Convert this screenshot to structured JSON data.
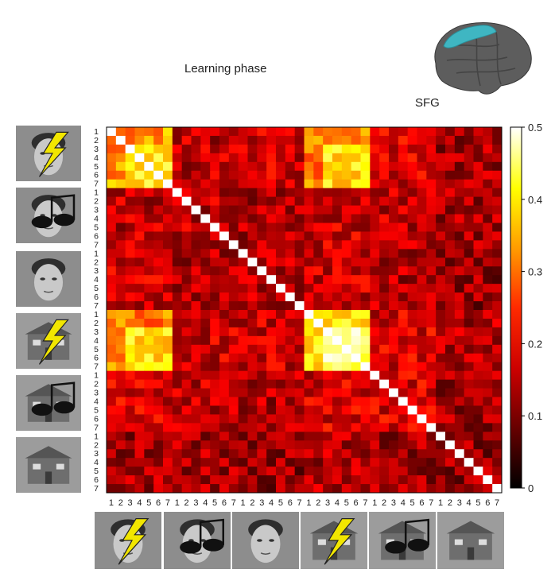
{
  "title": "Learning phase",
  "region_label": "SFG",
  "stimuli": [
    {
      "name": "face-shock",
      "kind": "face",
      "cue": "shock"
    },
    {
      "name": "face-sound",
      "kind": "face",
      "cue": "sound"
    },
    {
      "name": "face-neutral",
      "kind": "face",
      "cue": "none"
    },
    {
      "name": "house-shock",
      "kind": "house",
      "cue": "shock"
    },
    {
      "name": "house-sound",
      "kind": "house",
      "cue": "sound"
    },
    {
      "name": "house-neutral",
      "kind": "house",
      "cue": "none"
    }
  ],
  "chart_data": {
    "type": "heatmap",
    "title": "Learning phase",
    "row_groups": [
      "face-shock",
      "face-sound",
      "face-neutral",
      "house-shock",
      "house-sound",
      "house-neutral"
    ],
    "trials_per_group": 7,
    "tick_labels": [
      "1",
      "2",
      "3",
      "4",
      "5",
      "6",
      "7"
    ],
    "n": 42,
    "diagonal_value": 0.5,
    "block_means": [
      [
        0.3,
        0.14,
        0.15,
        0.28,
        0.16,
        0.12
      ],
      [
        0.14,
        0.14,
        0.13,
        0.15,
        0.14,
        0.12
      ],
      [
        0.15,
        0.13,
        0.13,
        0.15,
        0.13,
        0.11
      ],
      [
        0.28,
        0.15,
        0.15,
        0.35,
        0.16,
        0.13
      ],
      [
        0.16,
        0.14,
        0.13,
        0.16,
        0.16,
        0.12
      ],
      [
        0.12,
        0.12,
        0.11,
        0.13,
        0.12,
        0.11
      ]
    ],
    "colorbar": {
      "min": 0,
      "max": 0.5,
      "ticks": [
        "0",
        "0.1",
        "0.2",
        "0.3",
        "0.4",
        "0.5"
      ],
      "colormap": "hot"
    }
  }
}
